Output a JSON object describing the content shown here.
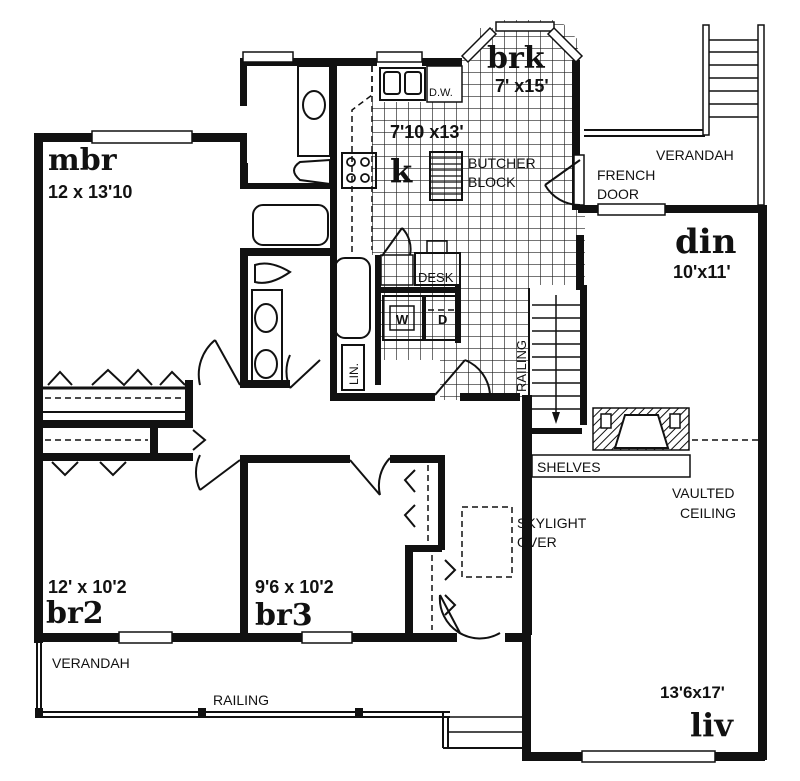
{
  "diagram": {
    "type": "floor-plan",
    "rooms": [
      {
        "id": "mbr",
        "name": "mbr",
        "dimensions": "12 x 13'10"
      },
      {
        "id": "brk",
        "name": "brk",
        "dimensions": "7' x15'"
      },
      {
        "id": "k",
        "name": "k",
        "dimensions": "7'10 x13'"
      },
      {
        "id": "din",
        "name": "din",
        "dimensions": "10'x11'"
      },
      {
        "id": "br2",
        "name": "br2",
        "dimensions": "12' x 10'2"
      },
      {
        "id": "br3",
        "name": "br3",
        "dimensions": "9'6 x 10'2"
      },
      {
        "id": "liv",
        "name": "liv",
        "dimensions": "13'6x17'"
      }
    ],
    "labels": {
      "dw": "D.W.",
      "butcher_block_1": "BUTCHER",
      "butcher_block_2": "BLOCK",
      "french_door_1": "FRENCH",
      "french_door_2": "DOOR",
      "verandah_top": "VERANDAH",
      "verandah_bottom": "VERANDAH",
      "desk": "DESK",
      "washer": "W",
      "dryer": "D",
      "linen": "LIN.",
      "railing_stair": "RAILING",
      "railing_verandah": "RAILING",
      "shelves": "SHELVES",
      "vaulted_1": "VAULTED",
      "vaulted_2": "CEILING",
      "skylight_1": "SKYLIGHT",
      "skylight_2": "OVER"
    }
  }
}
